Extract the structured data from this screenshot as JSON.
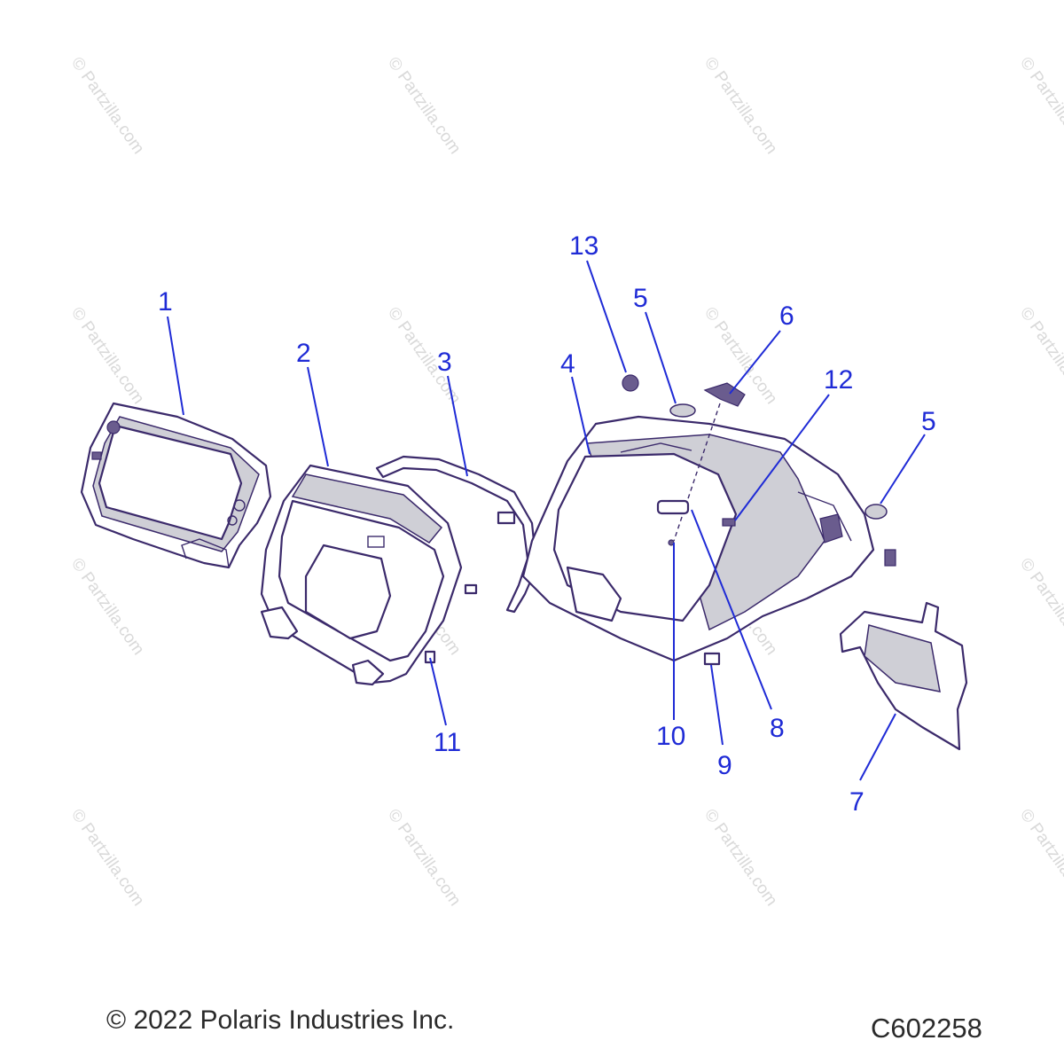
{
  "watermark": {
    "text": "© Partzilla.com"
  },
  "callouts": {
    "c1": "1",
    "c2": "2",
    "c3": "3",
    "c4": "4",
    "c5a": "5",
    "c5b": "5",
    "c6": "6",
    "c7": "7",
    "c8": "8",
    "c9": "9",
    "c10": "10",
    "c11": "11",
    "c12": "12",
    "c13": "13"
  },
  "footer": {
    "copyright": "© 2022 Polaris Industries Inc.",
    "figure_code": "C602258"
  },
  "colors": {
    "callout": "#1f2bd6",
    "line_art": "#3b2a6b",
    "watermark": "#d9d9d9"
  }
}
